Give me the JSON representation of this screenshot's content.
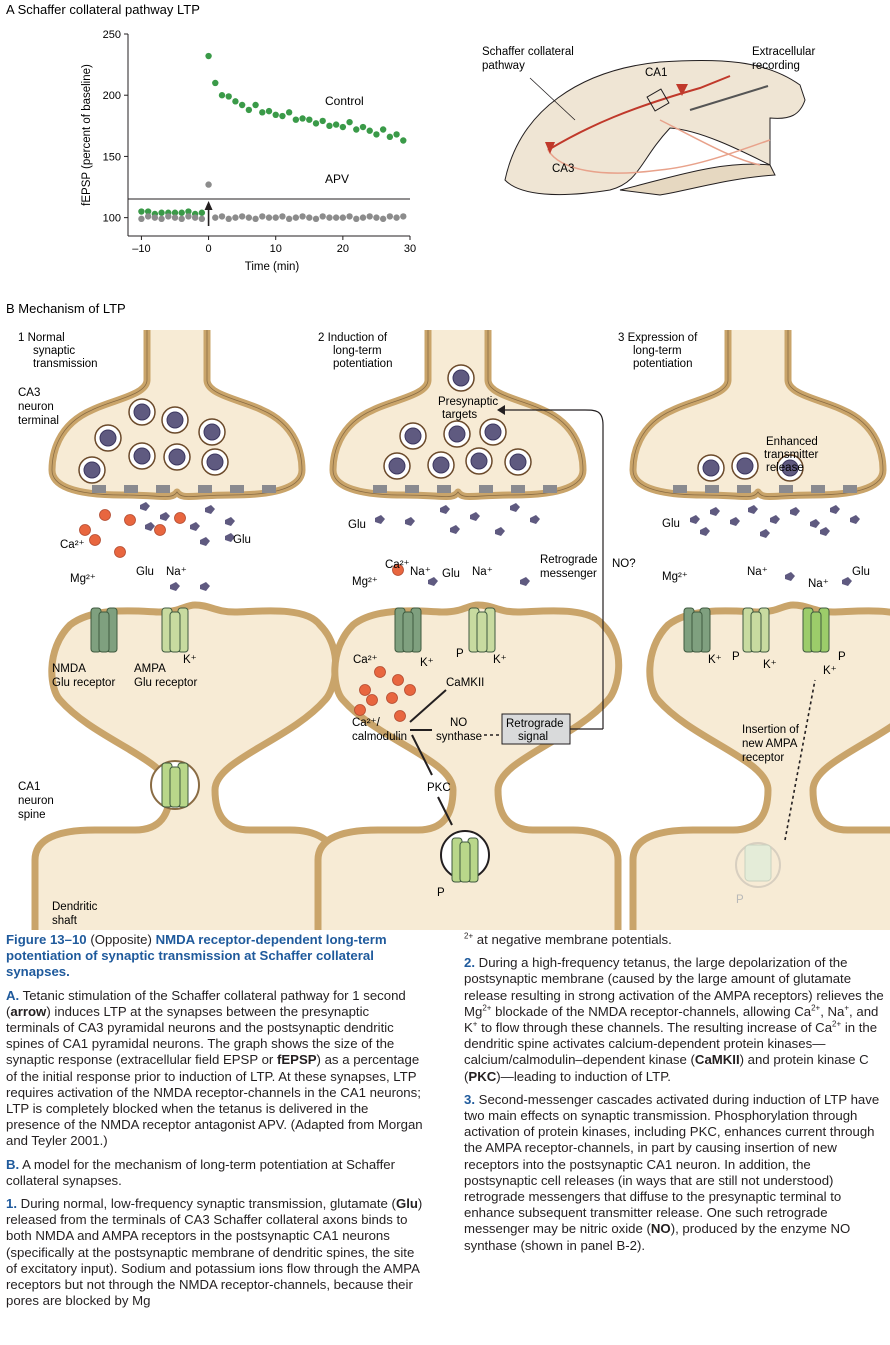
{
  "panel_a": {
    "title": "A  Schaffer collateral pathway LTP",
    "ylabel": "fEPSP (percent of baseline)",
    "xlabel": "Time (min)",
    "series_labels": [
      "Control",
      "APV"
    ],
    "schematic_labels": {
      "pathway": "Schaffer collateral pathway",
      "recording": "Extracellular recording",
      "ca1": "CA1",
      "ca3": "CA3"
    }
  },
  "chart_data": {
    "type": "scatter",
    "xlim": [
      -12,
      30
    ],
    "ylim": [
      85,
      250
    ],
    "xticks": [
      -10,
      0,
      10,
      20,
      30
    ],
    "yticks": [
      100,
      150,
      200,
      250
    ],
    "xtick_labels": [
      "–10",
      "0",
      "10",
      "20",
      "30"
    ],
    "ytick_labels": [
      "100",
      "150",
      "200",
      "250"
    ],
    "stimulus_arrow_x": 0,
    "series": [
      {
        "name": "Control",
        "color": "#3a9a48",
        "x": [
          -10,
          -9,
          -8,
          -7,
          -6,
          -5,
          -4,
          -3,
          -2,
          -1,
          0,
          1,
          2,
          3,
          4,
          5,
          6,
          7,
          8,
          9,
          10,
          11,
          12,
          13,
          14,
          15,
          16,
          17,
          18,
          19,
          20,
          21,
          22,
          23,
          24,
          25,
          26,
          27,
          28,
          29
        ],
        "y": [
          105,
          105,
          103,
          104,
          104,
          104,
          104,
          105,
          103,
          104,
          232,
          210,
          200,
          199,
          195,
          192,
          188,
          192,
          186,
          187,
          184,
          183,
          186,
          180,
          181,
          180,
          177,
          179,
          175,
          176,
          174,
          178,
          172,
          174,
          171,
          168,
          172,
          166,
          168,
          163
        ]
      },
      {
        "name": "APV",
        "color": "#8c8c8c",
        "x": [
          -10,
          -9,
          -8,
          -7,
          -6,
          -5,
          -4,
          -3,
          -2,
          -1,
          0,
          1,
          2,
          3,
          4,
          5,
          6,
          7,
          8,
          9,
          10,
          11,
          12,
          13,
          14,
          15,
          16,
          17,
          18,
          19,
          20,
          21,
          22,
          23,
          24,
          25,
          26,
          27,
          28,
          29
        ],
        "y": [
          99,
          101,
          100,
          99,
          101,
          100,
          99,
          101,
          100,
          99,
          127,
          100,
          101,
          99,
          100,
          101,
          100,
          99,
          101,
          100,
          100,
          101,
          99,
          100,
          101,
          100,
          99,
          101,
          100,
          100,
          100,
          101,
          99,
          100,
          101,
          100,
          99,
          101,
          100,
          101
        ]
      }
    ]
  },
  "panel_b": {
    "title": "B  Mechanism of LTP",
    "col1": {
      "heading": "1  Normal synaptic transmission",
      "terminal": "CA3 neuron terminal",
      "ca": "Ca²⁺",
      "glu": "Glu",
      "mg": "Mg²⁺",
      "na": "Na⁺",
      "k": "K⁺",
      "nmda": "NMDA Glu receptor",
      "ampa": "AMPA Glu receptor",
      "spine": "CA1 neuron spine",
      "shaft": "Dendritic shaft"
    },
    "col2": {
      "heading": "2  Induction of long-term potentiation",
      "targets": "Presynaptic targets",
      "retro_msg": "Retrograde messenger",
      "no_q": "NO?",
      "camkii": "CaMKII",
      "calmodulin": "Ca²⁺/ calmodulin",
      "no_synthase": "NO synthase",
      "retro_signal": "Retrograde signal",
      "pkc": "PKC",
      "p": "P"
    },
    "col3": {
      "heading": "3  Expression of long-term potentiation",
      "enhanced": "Enhanced transmitter release",
      "insertion": "Insertion of new AMPA receptor"
    }
  },
  "caption": {
    "figure_label": "Figure 13–10",
    "opposite": "(Opposite)",
    "title": "NMDA receptor-dependent long-term potentiation of synaptic transmission at Schaffer collateral synapses.",
    "a_lead": "A.",
    "a_text_1": "Tetanic stimulation of the Schaffer collateral pathway for 1 second (",
    "a_arrow": "arrow",
    "a_text_2": ") induces LTP at the synapses between the presynaptic terminals of CA3 pyramidal neurons and the postsynaptic dendritic spines of CA1 pyramidal neurons. The graph shows the size of the synaptic response (extracellular field EPSP or ",
    "a_fepsp": "fEPSP",
    "a_text_3": ") as a percentage of the initial response prior to induction of LTP. At these synapses, LTP requires activation of the NMDA receptor-channels in the CA1 neurons; LTP is completely blocked when the tetanus is delivered in the presence of the NMDA receptor antagonist APV. (Adapted from Morgan and Teyler 2001.)",
    "b_lead": "B.",
    "b_text": "A model for the mechanism of long-term potentiation at Schaffer collateral synapses.",
    "p1_lead": "1.",
    "p1_text_1": "During normal, low-frequency synaptic transmission, glutamate (",
    "p1_glu": "Glu",
    "p1_text_2": ") released from the terminals of CA3 Schaffer collateral axons binds to both NMDA and AMPA receptors in the postsynaptic CA1 neurons (specifically at the postsynaptic membrane of dendritic spines, the site of excitatory input). Sodium and potassium ions flow through the AMPA receptors but not through the NMDA receptor-channels, because their pores are blocked by Mg",
    "p1_text_3": " at negative membrane potentials.",
    "p2_lead": "2.",
    "p2_text_1": "During a high-frequency tetanus, the large depolarization of the postsynaptic membrane (caused by the large amount of glutamate release resulting in strong activation of the AMPA receptors) relieves the Mg",
    "p2_text_2": " blockade of the NMDA receptor-channels, allowing Ca",
    "p2_text_3": ", Na",
    "p2_text_4": ", and K",
    "p2_text_5": " to flow through these channels. The resulting increase of Ca",
    "p2_text_6": " in the dendritic spine activates calcium-dependent protein kinases—calcium/calmodulin–dependent kinase (",
    "p2_camkii": "CaMKII",
    "p2_text_7": ") and protein kinase C (",
    "p2_pkc": "PKC",
    "p2_text_8": ")—leading to induction of LTP.",
    "p3_lead": "3.",
    "p3_text_1": "Second-messenger cascades activated during induction of LTP have two main effects on synaptic transmission. Phosphorylation through activation of protein kinases, including PKC, enhances current through the AMPA receptor-channels, in part by causing insertion of new receptors into the postsynaptic CA1 neuron. In addition, the postsynaptic cell releases (in ways that are still not understood) retrograde messengers that diffuse to the presynaptic terminal to enhance subsequent transmitter release. One such retrograde messenger may be nitric oxide (",
    "p3_no": "NO",
    "p3_text_2": "), produced by the enzyme NO synthase (shown in panel B-2).",
    "sup_2plus": "2+",
    "sup_plus": "+"
  }
}
